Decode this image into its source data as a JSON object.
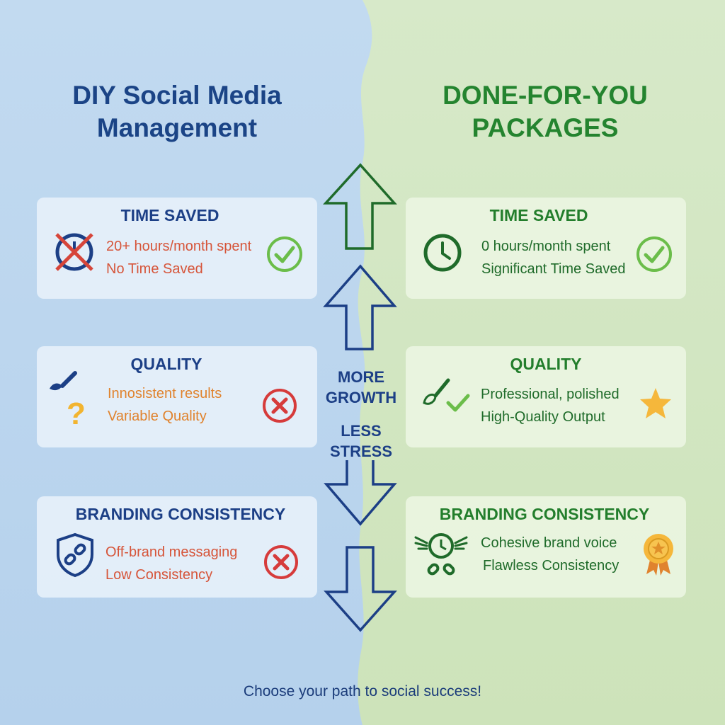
{
  "colors": {
    "left_bg": "#bcd6ee",
    "right_bg": "#d3e6c3",
    "left_accent": "#1b4486",
    "right_accent": "#24842f",
    "negative": "#d6553a",
    "warning": "#e0832e",
    "check_green": "#6bbd4a",
    "cross_red": "#d63b3b",
    "star_gold": "#f5b73b"
  },
  "left": {
    "title": "DIY Social Media\nManagement",
    "cards": [
      {
        "title": "TIME SAVED",
        "line1": "20+ hours/month spent",
        "line2": "No Time Saved",
        "icon": "crossed-clock-icon",
        "status_icon": "check-circle-icon"
      },
      {
        "title": "QUALITY",
        "line1": "Innosistent results",
        "line2": "Variable Quality",
        "icon": "brush-question-icon",
        "status_icon": "x-circle-icon"
      },
      {
        "title": "BRANDING CONSISTENCY",
        "line1": "Off-brand messaging",
        "line2": "Low Consistency",
        "icon": "shield-broken-chain-icon",
        "status_icon": "x-circle-icon"
      }
    ]
  },
  "right": {
    "title": "DONE-FOR-YOU\nPACKAGES",
    "cards": [
      {
        "title": "TIME SAVED",
        "line1": "0 hours/month spent",
        "line2": "Significant Time Saved",
        "icon": "clock-icon",
        "status_icon": "check-circle-icon"
      },
      {
        "title": "QUALITY",
        "line1": "Professional, polished",
        "line2": "High-Quality Output",
        "icon": "brush-check-icon",
        "status_icon": "star-icon"
      },
      {
        "title": "BRANDING CONSISTENCY",
        "line1": "Cohesive brand voice",
        "line2": "Flawless Consistency",
        "icon": "winged-clock-chain-icon",
        "status_icon": "award-medal-icon"
      }
    ]
  },
  "middle": {
    "growth_label": "MORE\nGROWTH",
    "stress_label": "LESS\nSTRESS",
    "arrows": [
      "arrow-up-icon",
      "arrow-up-icon",
      "arrow-down-icon",
      "arrow-down-icon"
    ]
  },
  "footer": "Choose your path to social success!"
}
